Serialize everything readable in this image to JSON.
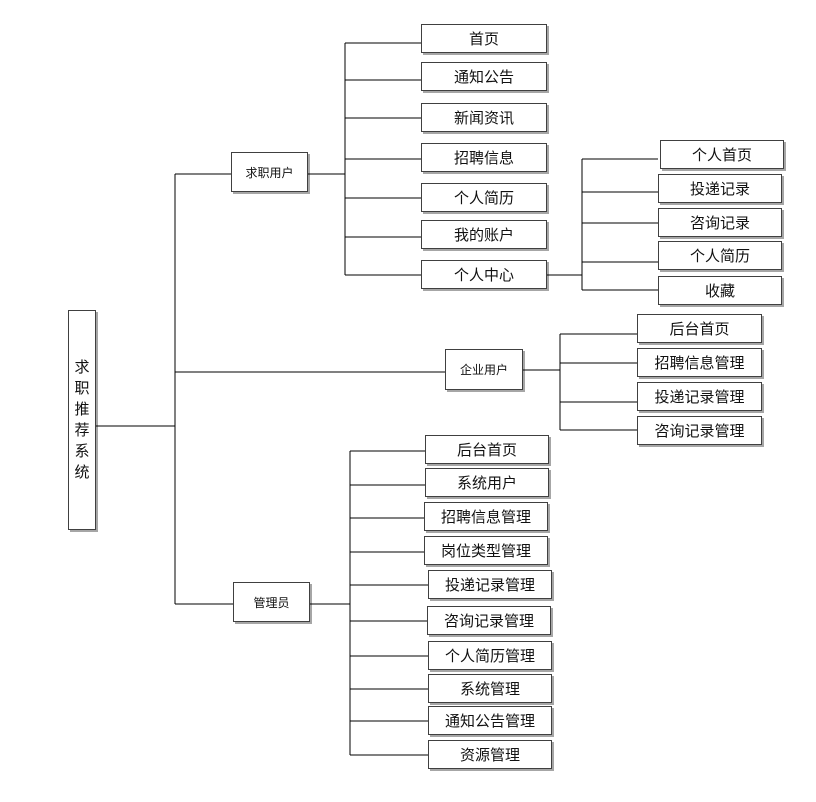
{
  "root": {
    "label": "求职推荐系统"
  },
  "job_user": {
    "label": "求职用户",
    "items": [
      "首页",
      "通知公告",
      "新闻资讯",
      "招聘信息",
      "个人简历",
      "我的账户",
      "个人中心"
    ],
    "personal_center": {
      "items": [
        "个人首页",
        "投递记录",
        "咨询记录",
        "个人简历",
        "收藏"
      ]
    }
  },
  "enterprise_user": {
    "label": "企业用户",
    "items": [
      "后台首页",
      "招聘信息管理",
      "投递记录管理",
      "咨询记录管理"
    ]
  },
  "admin": {
    "label": "管理员",
    "items": [
      "后台首页",
      "系统用户",
      "招聘信息管理",
      "岗位类型管理",
      "投递记录管理",
      "咨询记录管理",
      "个人简历管理",
      "系统管理",
      "通知公告管理",
      "资源管理"
    ]
  }
}
